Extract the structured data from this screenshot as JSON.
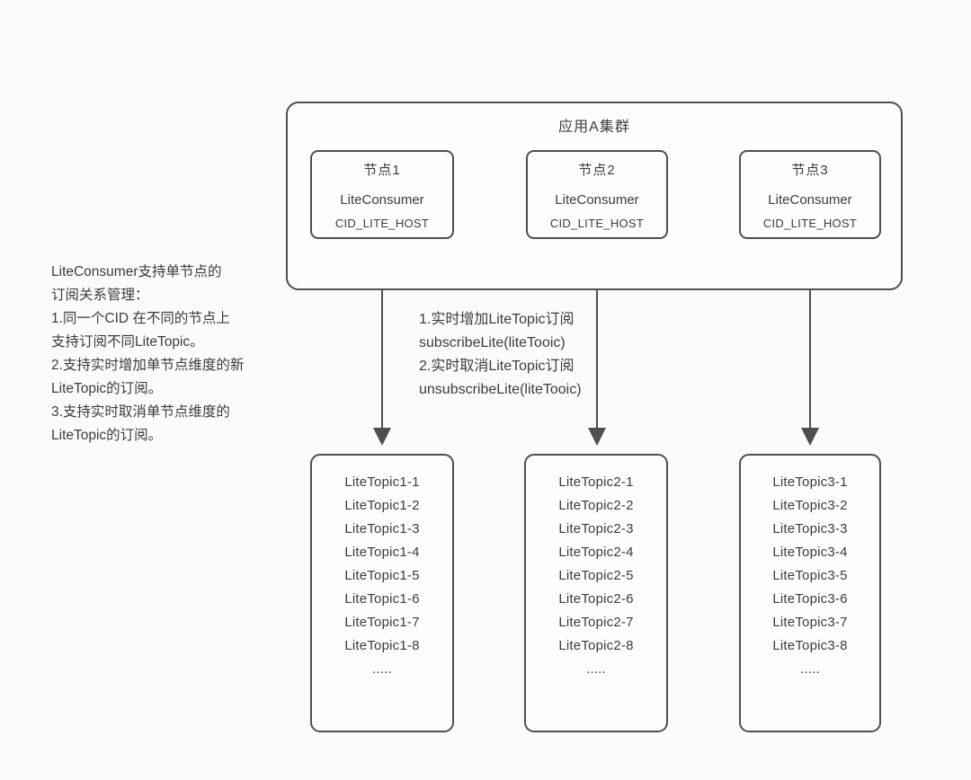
{
  "colors": {
    "background": "#fbfbfb",
    "box_fill": "#fdfdfd",
    "line": "#4f4f4f",
    "text": "#3c3c3c"
  },
  "cluster": {
    "title": "应用A集群",
    "nodes": [
      {
        "title": "节点1",
        "role": "LiteConsumer",
        "cid": "CID_LITE_HOST"
      },
      {
        "title": "节点2",
        "role": "LiteConsumer",
        "cid": "CID_LITE_HOST"
      },
      {
        "title": "节点3",
        "role": "LiteConsumer",
        "cid": "CID_LITE_HOST"
      }
    ]
  },
  "left_note": {
    "lines": [
      "LiteConsumer支持单节点的",
      "订阅关系管理：",
      "1.同一个CID 在不同的节点上",
      "支持订阅不同LiteTopic。",
      "2.支持实时增加单节点维度的新",
      "LiteTopic的订阅。",
      "3.支持实时取消单节点维度的",
      "LiteTopic的订阅。"
    ]
  },
  "arrow_note": {
    "lines": [
      "1.实时增加LiteTopic订阅",
      "subscribeLite(liteTooic)",
      "2.实时取消LiteTopic订阅",
      "unsubscribeLite(liteTooic)"
    ]
  },
  "topic_boxes": [
    {
      "items": [
        "LiteTopic1-1",
        "LiteTopic1-2",
        "LiteTopic1-3",
        "LiteTopic1-4",
        "LiteTopic1-5",
        "LiteTopic1-6",
        "LiteTopic1-7",
        "LiteTopic1-8",
        "....."
      ]
    },
    {
      "items": [
        "LiteTopic2-1",
        "LiteTopic2-2",
        "LiteTopic2-3",
        "LiteTopic2-4",
        "LiteTopic2-5",
        "LiteTopic2-6",
        "LiteTopic2-7",
        "LiteTopic2-8",
        "....."
      ]
    },
    {
      "items": [
        "LiteTopic3-1",
        "LiteTopic3-2",
        "LiteTopic3-3",
        "LiteTopic3-4",
        "LiteTopic3-5",
        "LiteTopic3-6",
        "LiteTopic3-7",
        "LiteTopic3-8",
        "....."
      ]
    }
  ]
}
